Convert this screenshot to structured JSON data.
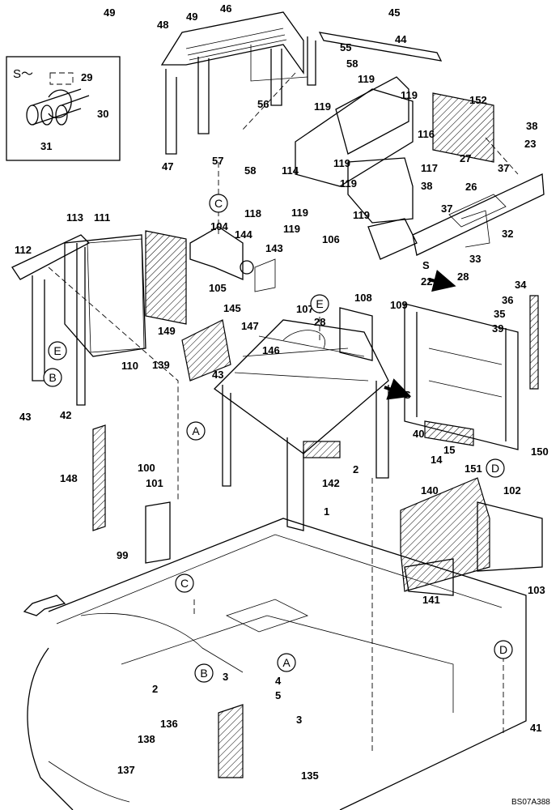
{
  "figure": {
    "drawing_code": "BS07A388",
    "inset_title": "S～",
    "view_marker": "S",
    "callouts": [
      "49",
      "48",
      "49",
      "46",
      "45",
      "44",
      "55",
      "58",
      "119",
      "119",
      "56",
      "119",
      "116",
      "152",
      "38",
      "23",
      "29",
      "30",
      "31",
      "47",
      "57",
      "58",
      "114",
      "119",
      "119",
      "117",
      "27",
      "37",
      "26",
      "38",
      "37",
      "113",
      "111",
      "112",
      "104",
      "144",
      "143",
      "118",
      "119",
      "119",
      "106",
      "119",
      "32",
      "33",
      "22",
      "28",
      "34",
      "36",
      "35",
      "149",
      "105",
      "145",
      "147",
      "146",
      "107",
      "108",
      "109",
      "28",
      "39",
      "110",
      "139",
      "43",
      "43",
      "42",
      "148",
      "100",
      "101",
      "99",
      "2",
      "142",
      "1",
      "40",
      "15",
      "14",
      "151",
      "150",
      "140",
      "102",
      "103",
      "141",
      "4",
      "5",
      "3",
      "3",
      "2",
      "136",
      "138",
      "137",
      "135",
      "41"
    ],
    "reference_markers": [
      "C",
      "E",
      "B",
      "E",
      "A",
      "D",
      "C",
      "A",
      "B",
      "D"
    ]
  }
}
